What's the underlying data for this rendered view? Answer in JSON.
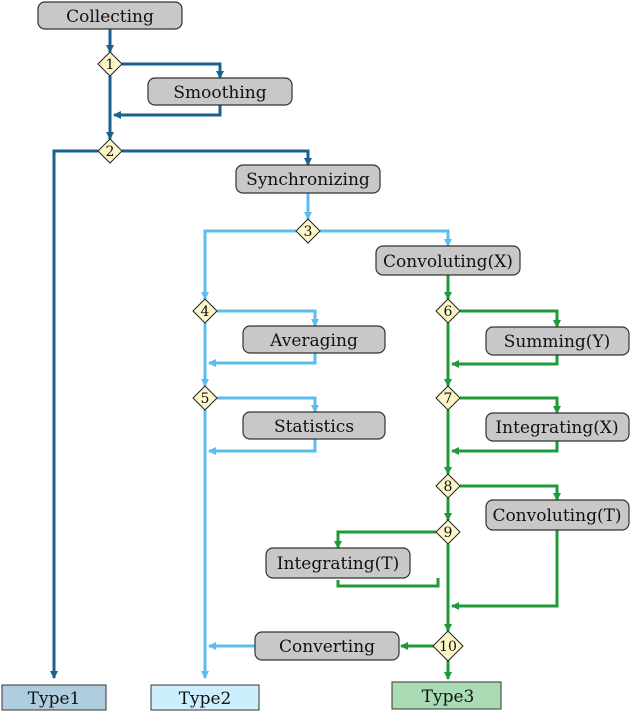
{
  "colors": {
    "dark": "#1a6190",
    "light": "#5bbcf0",
    "green": "#1e9a3a",
    "type1_fill": "#b0cde0",
    "type2_fill": "#cdeefc",
    "type3_fill": "#a9dcb4"
  },
  "nodes": {
    "collecting": "Collecting",
    "smoothing": "Smoothing",
    "synchronizing": "Synchronizing",
    "convoluting_x": "Convoluting(X)",
    "averaging": "Averaging",
    "statistics": "Statistics",
    "summing_y": "Summing(Y)",
    "integrating_x": "Integrating(X)",
    "convoluting_t": "Convoluting(T)",
    "integrating_t": "Integrating(T)",
    "converting": "Converting"
  },
  "decisions": {
    "d1": "1",
    "d2": "2",
    "d3": "3",
    "d4": "4",
    "d5": "5",
    "d6": "6",
    "d7": "7",
    "d8": "8",
    "d9": "9",
    "d10": "10"
  },
  "outputs": {
    "type1": "Type1",
    "type2": "Type2",
    "type3": "Type3"
  }
}
